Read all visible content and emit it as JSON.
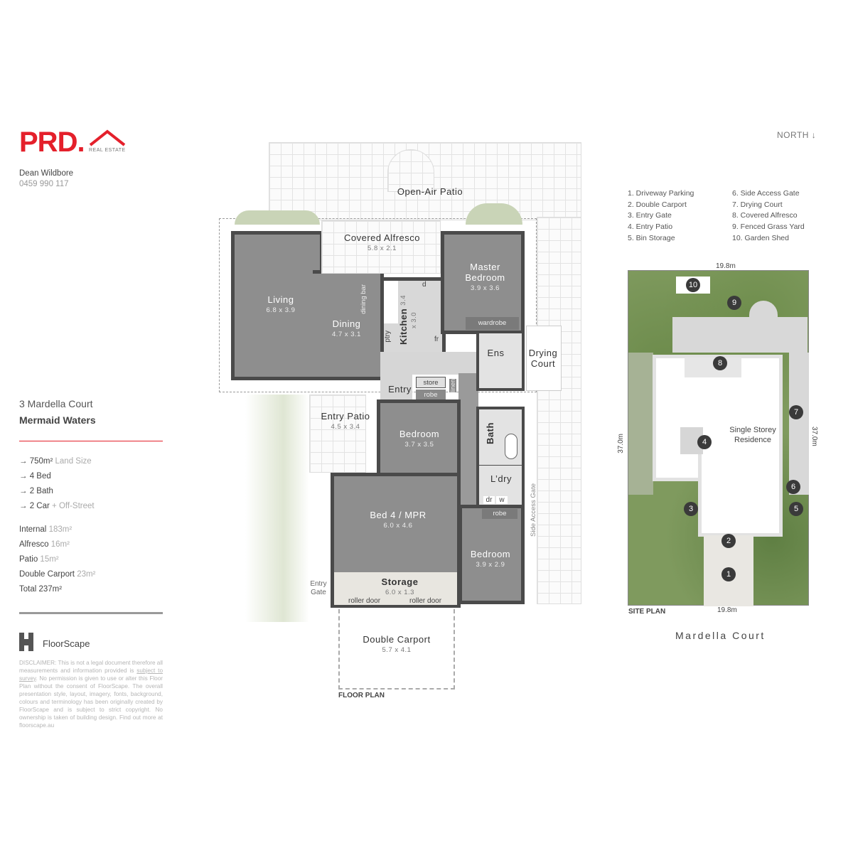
{
  "brand": {
    "logo_text": "PRD.",
    "logo_sub": "REAL ESTATE",
    "color": "#e4202b"
  },
  "agent": {
    "name": "Dean Wildbore",
    "phone": "0459 990 117"
  },
  "address": {
    "line1": "3 Mardella Court",
    "line2": "Mermaid Waters"
  },
  "features": [
    {
      "main": "750m²",
      "muted": "Land Size"
    },
    {
      "main": "4 Bed",
      "muted": ""
    },
    {
      "main": "2 Bath",
      "muted": ""
    },
    {
      "main": "2 Car",
      "muted": "+ Off-Street"
    }
  ],
  "areas": [
    {
      "label": "Internal",
      "value": "183m²"
    },
    {
      "label": "Alfresco",
      "value": "16m²"
    },
    {
      "label": "Patio",
      "value": "15m²"
    },
    {
      "label": "Double Carport",
      "value": "23m²"
    },
    {
      "label": "Total",
      "value": "237m²"
    }
  ],
  "floorscape": {
    "name": "FloorScape"
  },
  "disclaimer": {
    "pre": "DISCLAIMER: This is not a legal document therefore all measurements and information provided is ",
    "link": "subject to survey",
    "post": ". No permission is given to use or alter this Floor Plan without the consent of FloorScape. The overall presentation style, layout, imagery, fonts, background, colours and terminology has been originally created by FloorScape and is subject to strict copyright. No ownership is taken of building design. Find out more at floorscape.au"
  },
  "north": "NORTH ↓",
  "floor_plan": {
    "title": "FLOOR PLAN",
    "rooms": {
      "open_air_patio": {
        "name": "Open-Air Patio"
      },
      "covered_alfresco": {
        "name": "Covered Alfresco",
        "dims": "5.8 x 2.1"
      },
      "living": {
        "name": "Living",
        "dims": "6.8 x 3.9"
      },
      "dining": {
        "name": "Dining",
        "dims": "4.7 x 3.1"
      },
      "kitchen": {
        "name": "Kitchen",
        "dims": "3.4 x 3.0"
      },
      "master": {
        "name": "Master Bedroom",
        "dims": "3.9 x 3.6"
      },
      "ens": {
        "name": "Ens"
      },
      "drying_court": {
        "name": "Drying Court"
      },
      "entry": {
        "name": "Entry"
      },
      "entry_patio": {
        "name": "Entry Patio",
        "dims": "4.5 x 3.4"
      },
      "bedroom2": {
        "name": "Bedroom",
        "dims": "3.7 x 3.5"
      },
      "bath": {
        "name": "Bath"
      },
      "laundry": {
        "name": "L’dry"
      },
      "bed4": {
        "name": "Bed 4 / MPR",
        "dims": "6.0 x 4.6"
      },
      "bedroom3": {
        "name": "Bedroom",
        "dims": "3.9 x 2.9"
      },
      "storage": {
        "name": "Storage",
        "dims": "6.0 x 1.3"
      },
      "carport": {
        "name": "Double Carport",
        "dims": "5.7 x 4.1"
      }
    },
    "fixtures": {
      "dining_bar": "dining bar",
      "d": "d",
      "ptry": "ptry",
      "fr": "fr",
      "wardrobe": "wardrobe",
      "store": "store",
      "robe": "robe",
      "linen": "linen",
      "dr": "dr",
      "w": "w",
      "robe2": "robe",
      "roller1": "roller door",
      "roller2": "roller door",
      "entry_gate": "Entry Gate",
      "side_gate": "Side Access Gate"
    }
  },
  "site_plan": {
    "title": "SITE PLAN",
    "street": "Mardella Court",
    "width": "19.8m",
    "depth": "37.0m",
    "residence": "Single Storey Residence",
    "legend": [
      "1. Driveway Parking",
      "2. Double Carport",
      "3. Entry Gate",
      "4. Entry Patio",
      "5. Bin Storage",
      "6. Side Access Gate",
      "7. Drying Court",
      "8. Covered Alfresco",
      "9. Fenced Grass Yard",
      "10. Garden Shed"
    ],
    "markers": [
      "1",
      "2",
      "3",
      "4",
      "5",
      "6",
      "7",
      "8",
      "9",
      "10"
    ]
  }
}
